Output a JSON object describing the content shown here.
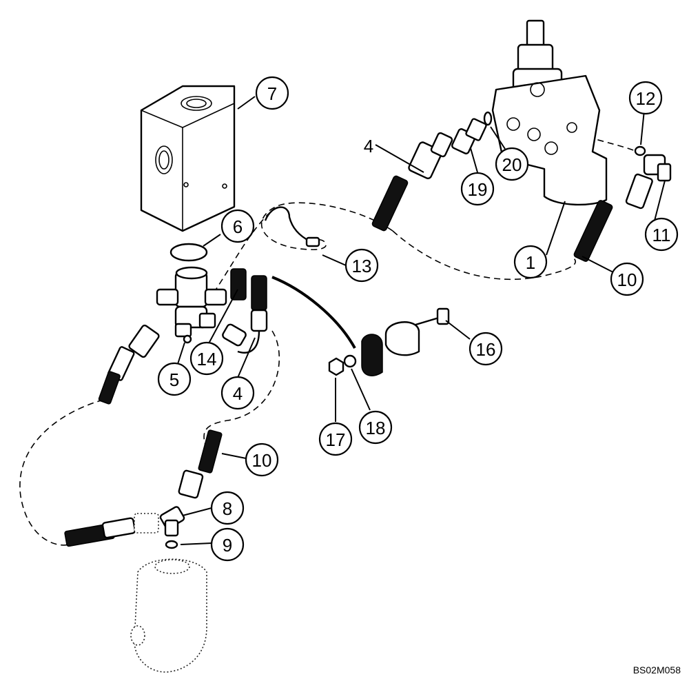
{
  "drawing_code": "BS02M058",
  "callouts": [
    {
      "id": "c7",
      "label": "7"
    },
    {
      "id": "c6",
      "label": "6"
    },
    {
      "id": "c5",
      "label": "5"
    },
    {
      "id": "c14",
      "label": "14"
    },
    {
      "id": "c4a",
      "label": "4"
    },
    {
      "id": "c4b",
      "label": "4"
    },
    {
      "id": "c13",
      "label": "13"
    },
    {
      "id": "c1",
      "label": "1"
    },
    {
      "id": "c10a",
      "label": "10"
    },
    {
      "id": "c11",
      "label": "11"
    },
    {
      "id": "c12",
      "label": "12"
    },
    {
      "id": "c19",
      "label": "19"
    },
    {
      "id": "c20",
      "label": "20"
    },
    {
      "id": "c16",
      "label": "16"
    },
    {
      "id": "c17",
      "label": "17"
    },
    {
      "id": "c18",
      "label": "18"
    },
    {
      "id": "c10b",
      "label": "10"
    },
    {
      "id": "c8",
      "label": "8"
    },
    {
      "id": "c9",
      "label": "9"
    }
  ]
}
